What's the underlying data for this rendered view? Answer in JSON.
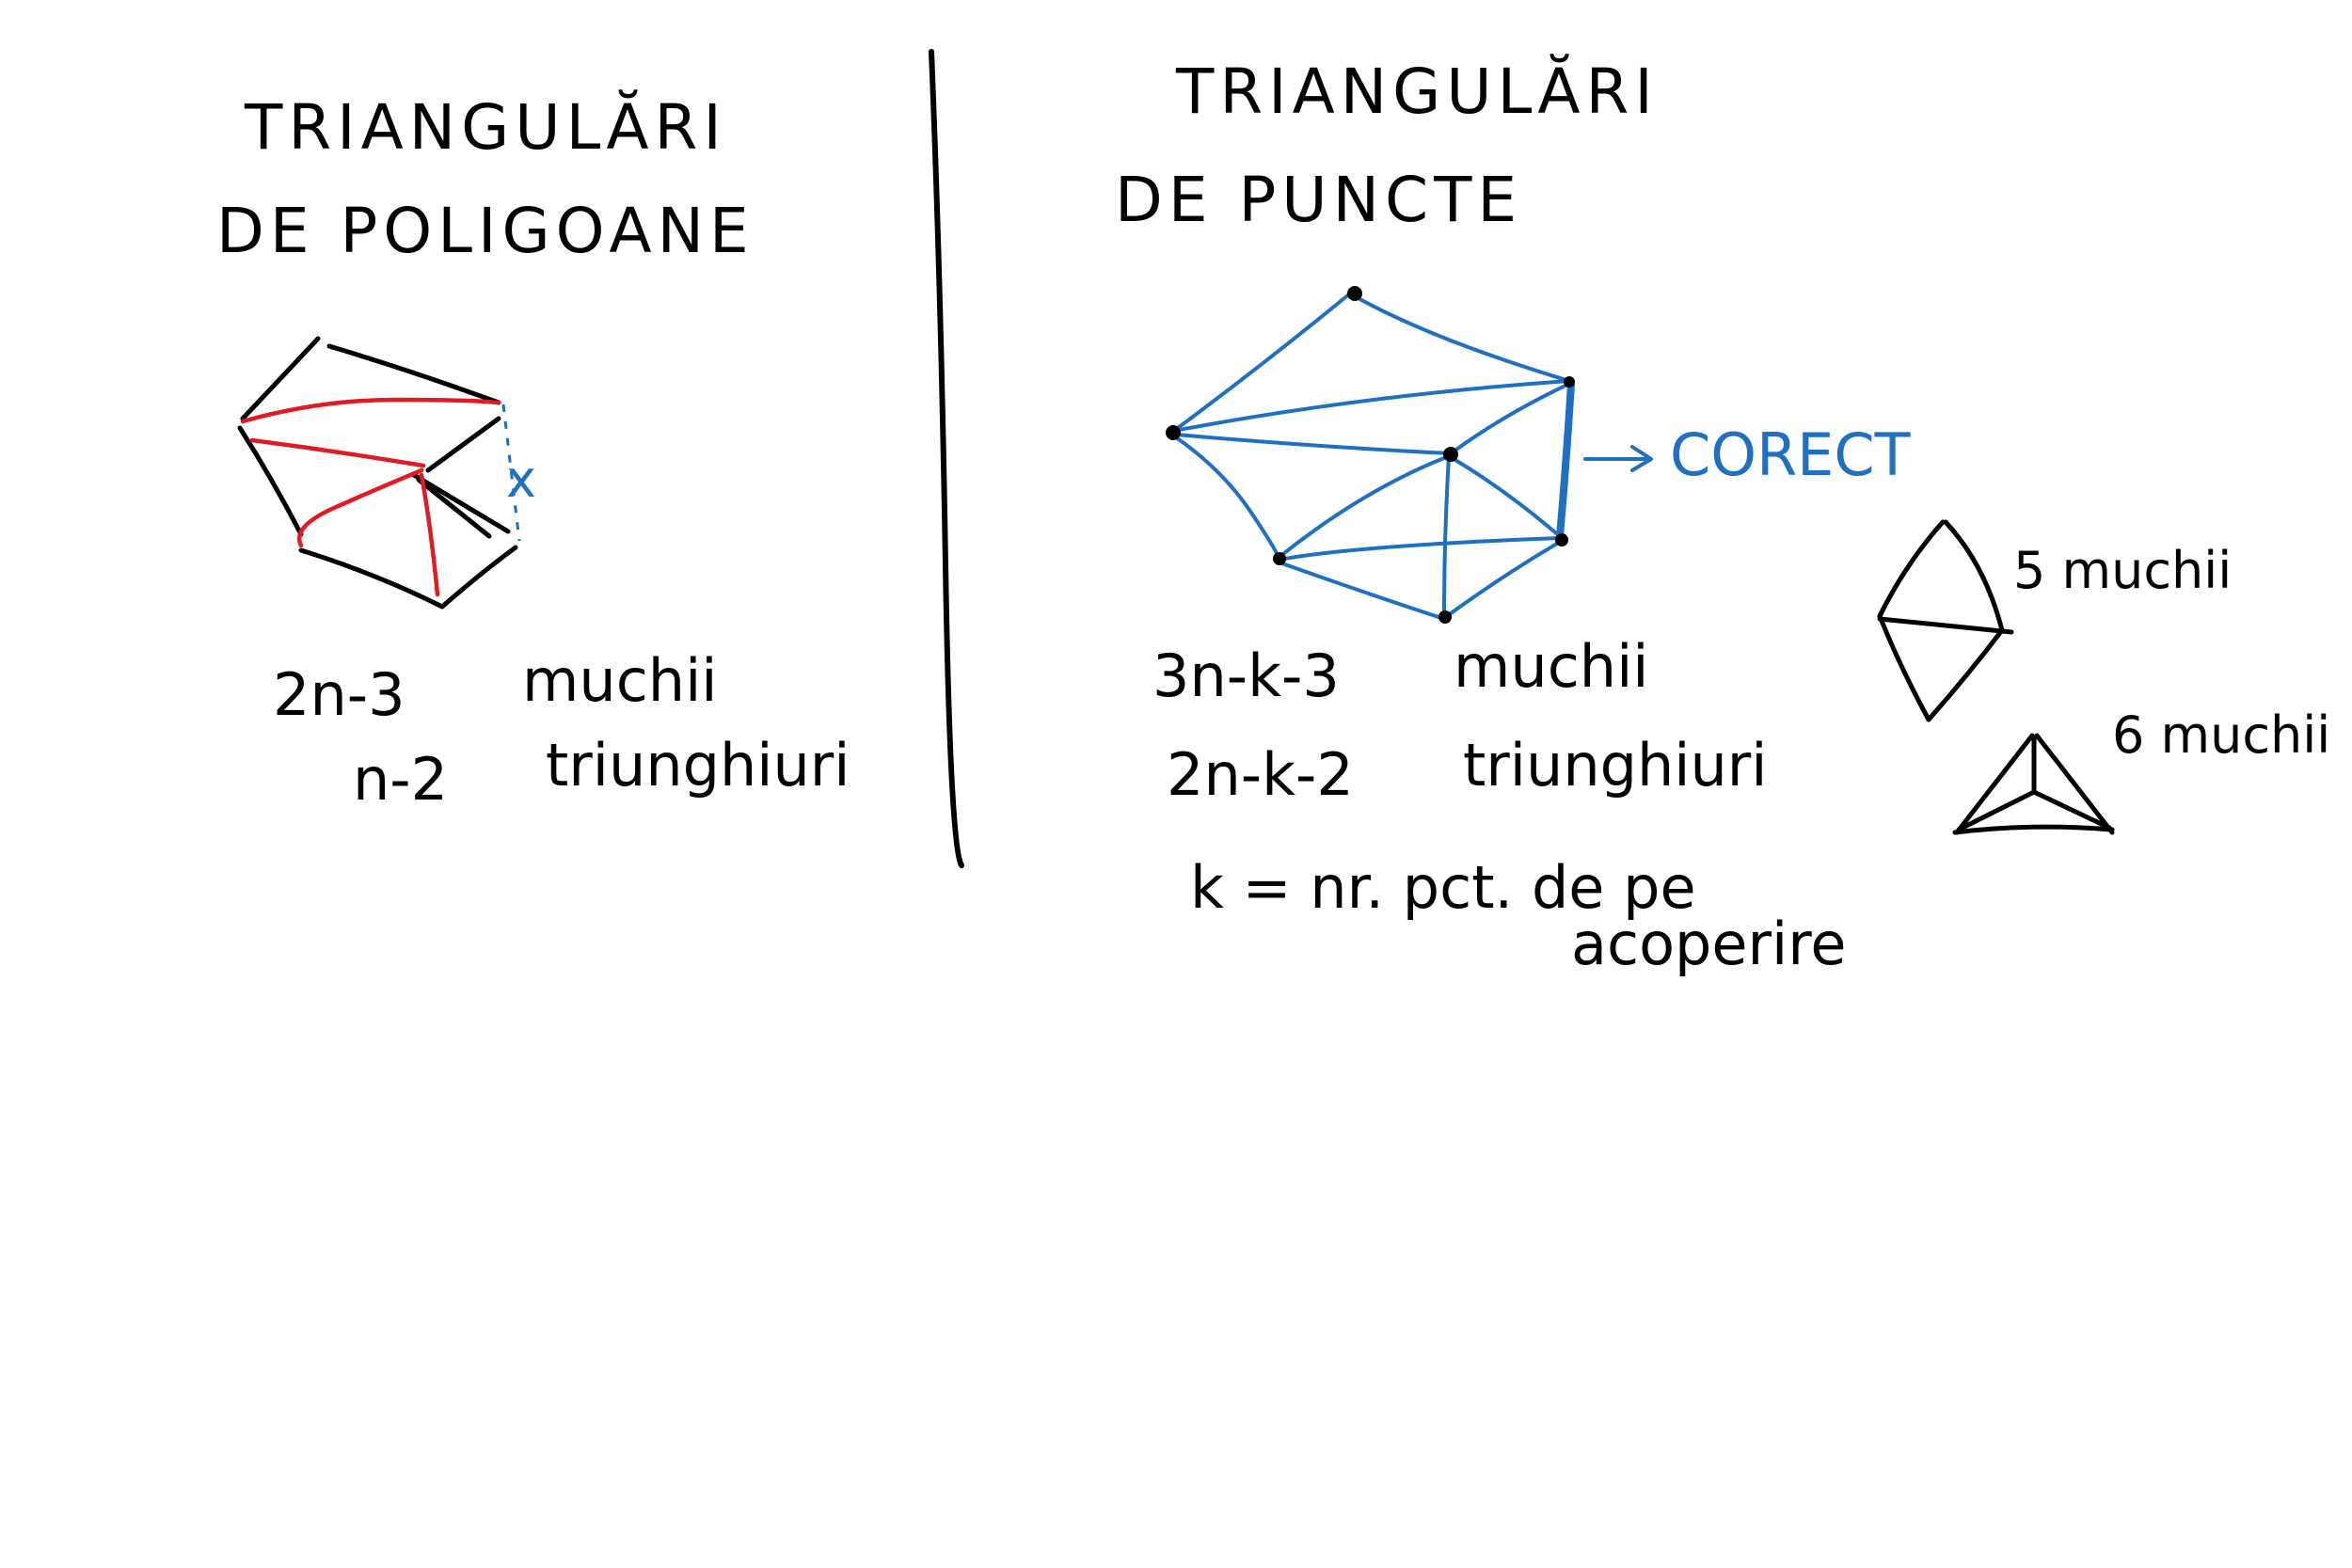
{
  "left": {
    "title_line1": "TRIANGULĂRI",
    "title_line2": "DE POLIGOANE",
    "formula_edges": "2n-3",
    "edges_word": "muchii",
    "formula_triangles": "n-2",
    "triangles_word": "triunghiuri",
    "missing_edge_mark": "x"
  },
  "right": {
    "title_line1": "TRIANGULĂRI",
    "title_line2": "DE PUNCTE",
    "corect_label": "CORECT",
    "formula_edges": "3n-k-3",
    "edges_word": "muchii",
    "formula_triangles": "2n-k-2",
    "triangles_word": "triunghiuri",
    "k_definition_line1": "k = nr. pct. de pe",
    "k_definition_line2": "acoperire",
    "example1_label": "5 muchii",
    "example2_label": "6 muchii"
  },
  "colors": {
    "ink": "#000000",
    "red": "#e01b24",
    "blue": "#1f6fc2"
  }
}
